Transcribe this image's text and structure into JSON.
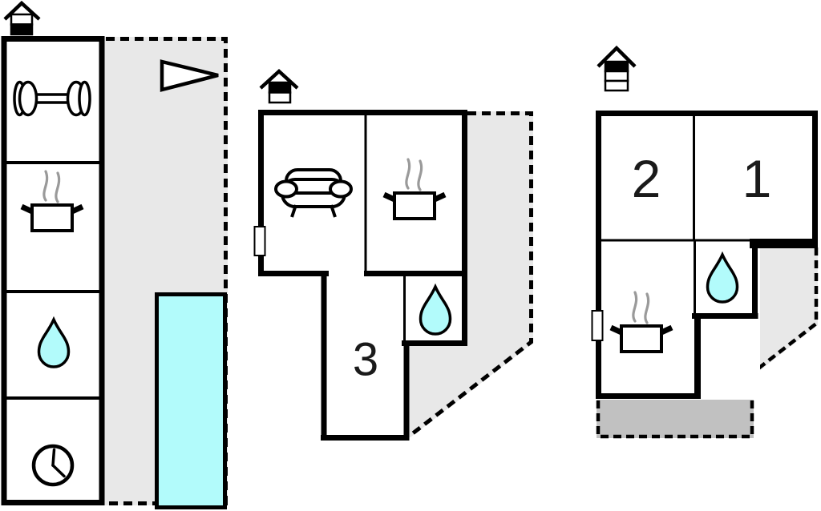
{
  "title": "floor-plan",
  "colors": {
    "wall": "#000000",
    "water": "#b2fbfb",
    "area_light": "#e8e8e8",
    "area_dark": "#c1c1c1",
    "steam": "#9a9a9a",
    "white": "#ffffff"
  },
  "units": [
    {
      "name": "left-building",
      "chimney_bands": [
        "white",
        "black"
      ],
      "rooms": [
        {
          "icon": "dumbbell-icon"
        },
        {
          "icon": "cooking-pot-icon"
        },
        {
          "icon": "water-drop-icon"
        },
        {
          "icon": "clock-icon"
        }
      ],
      "outdoor_icons": [
        "pennant-icon",
        "swimming-pool"
      ]
    },
    {
      "name": "middle-building",
      "chimney_bands": [
        "black",
        "white"
      ],
      "rooms": [
        {
          "icon": "sofa-icon"
        },
        {
          "icon": "cooking-pot-icon"
        },
        {
          "label": "3"
        },
        {
          "icon": "water-drop-icon"
        }
      ]
    },
    {
      "name": "right-building",
      "chimney_bands": [
        "black",
        "white",
        "white"
      ],
      "rooms": [
        {
          "label": "2"
        },
        {
          "label": "1"
        },
        {
          "icon": "cooking-pot-icon"
        },
        {
          "icon": "water-drop-icon"
        }
      ]
    }
  ]
}
